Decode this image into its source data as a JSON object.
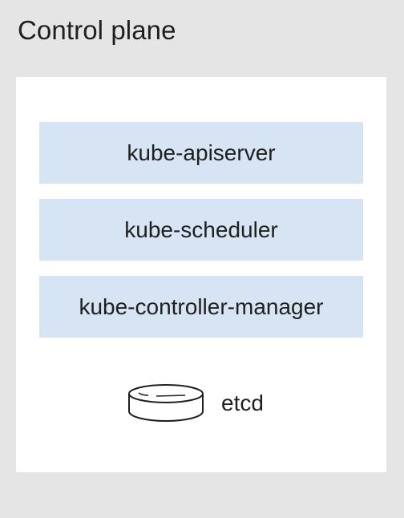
{
  "diagram": {
    "title": "Control plane",
    "components": [
      {
        "label": "kube-apiserver"
      },
      {
        "label": "kube-scheduler"
      },
      {
        "label": "kube-controller-manager"
      }
    ],
    "datastore": {
      "label": "etcd",
      "icon": "database-cylinder-icon"
    },
    "colors": {
      "background": "#e5e5e5",
      "panel": "#ffffff",
      "component_fill": "#d6e4f4",
      "text": "#1f1f1f"
    }
  }
}
